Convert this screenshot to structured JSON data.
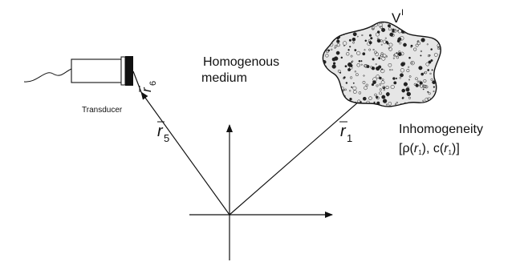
{
  "labels": {
    "transducer": "Transducer",
    "medium_line1": "Homogenous",
    "medium_line2": "medium",
    "volume": "V",
    "volume_prime": "I",
    "inhomogeneity_title": "Inhomogeneity",
    "inhomogeneity_expr_open": "[ρ(",
    "inhomogeneity_r1a": "r",
    "inhomogeneity_r1a_sub": "1",
    "inhomogeneity_expr_mid": "), c(",
    "inhomogeneity_r1b": "r",
    "inhomogeneity_r1b_sub": "1",
    "inhomogeneity_expr_close": ")]"
  },
  "vectors": {
    "r1": {
      "letter": "r",
      "subscript": "1"
    },
    "r5": {
      "letter": "r",
      "subscript": "5"
    },
    "r6": {
      "letter": "r",
      "subscript": "6"
    }
  },
  "colors": {
    "ink": "#111111",
    "scatter_fill": "#e6e6e6"
  }
}
